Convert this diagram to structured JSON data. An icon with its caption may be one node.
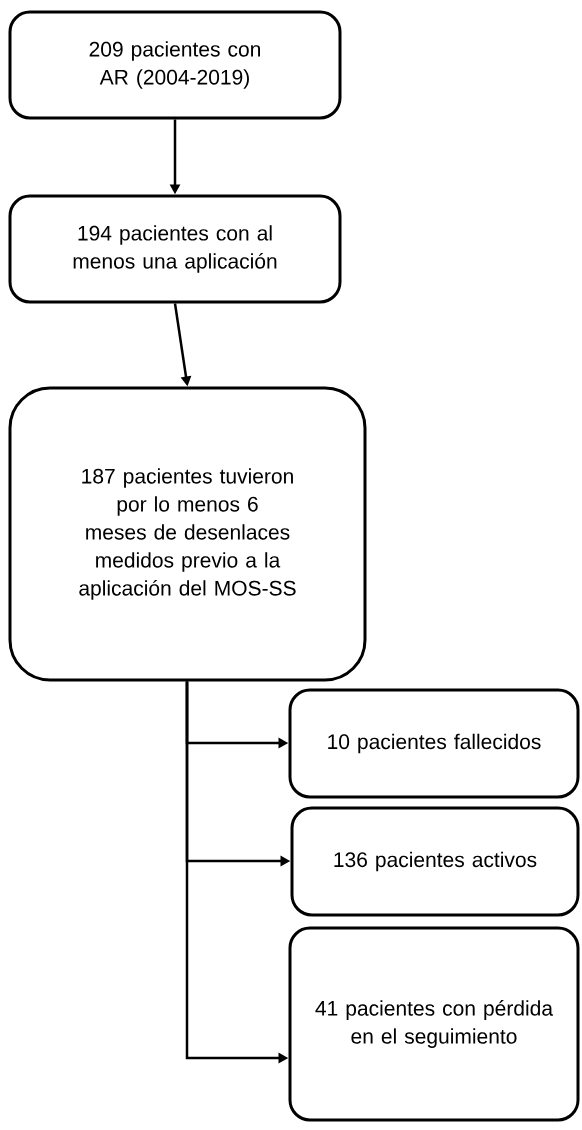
{
  "diagram": {
    "nodes": [
      {
        "text": [
          "209 pacientes con AR (2004-2019)"
        ]
      },
      {
        "text": [
          "194 pacientes con al menos una aplicación"
        ]
      },
      {
        "text": [
          "187 pacientes tuvieron por lo menos 6 meses de desenlaces medidos previo a la aplicación del MOS-SS"
        ]
      },
      {
        "text": [
          "10 pacientes fallecidos"
        ]
      },
      {
        "text": [
          "136 pacientes activos"
        ]
      },
      {
        "text": [
          "41 pacientes con pérdida en el seguimiento"
        ]
      }
    ],
    "edges": [
      {
        "from": 0,
        "to": 1,
        "arrow": "to"
      },
      {
        "from": 1,
        "to": 2,
        "arrow": "to"
      },
      {
        "from": 2,
        "to": 3,
        "arrow": "to"
      },
      {
        "from": 2,
        "to": 4,
        "arrow": "to"
      },
      {
        "from": 2,
        "to": 5,
        "arrow": "to"
      }
    ]
  }
}
